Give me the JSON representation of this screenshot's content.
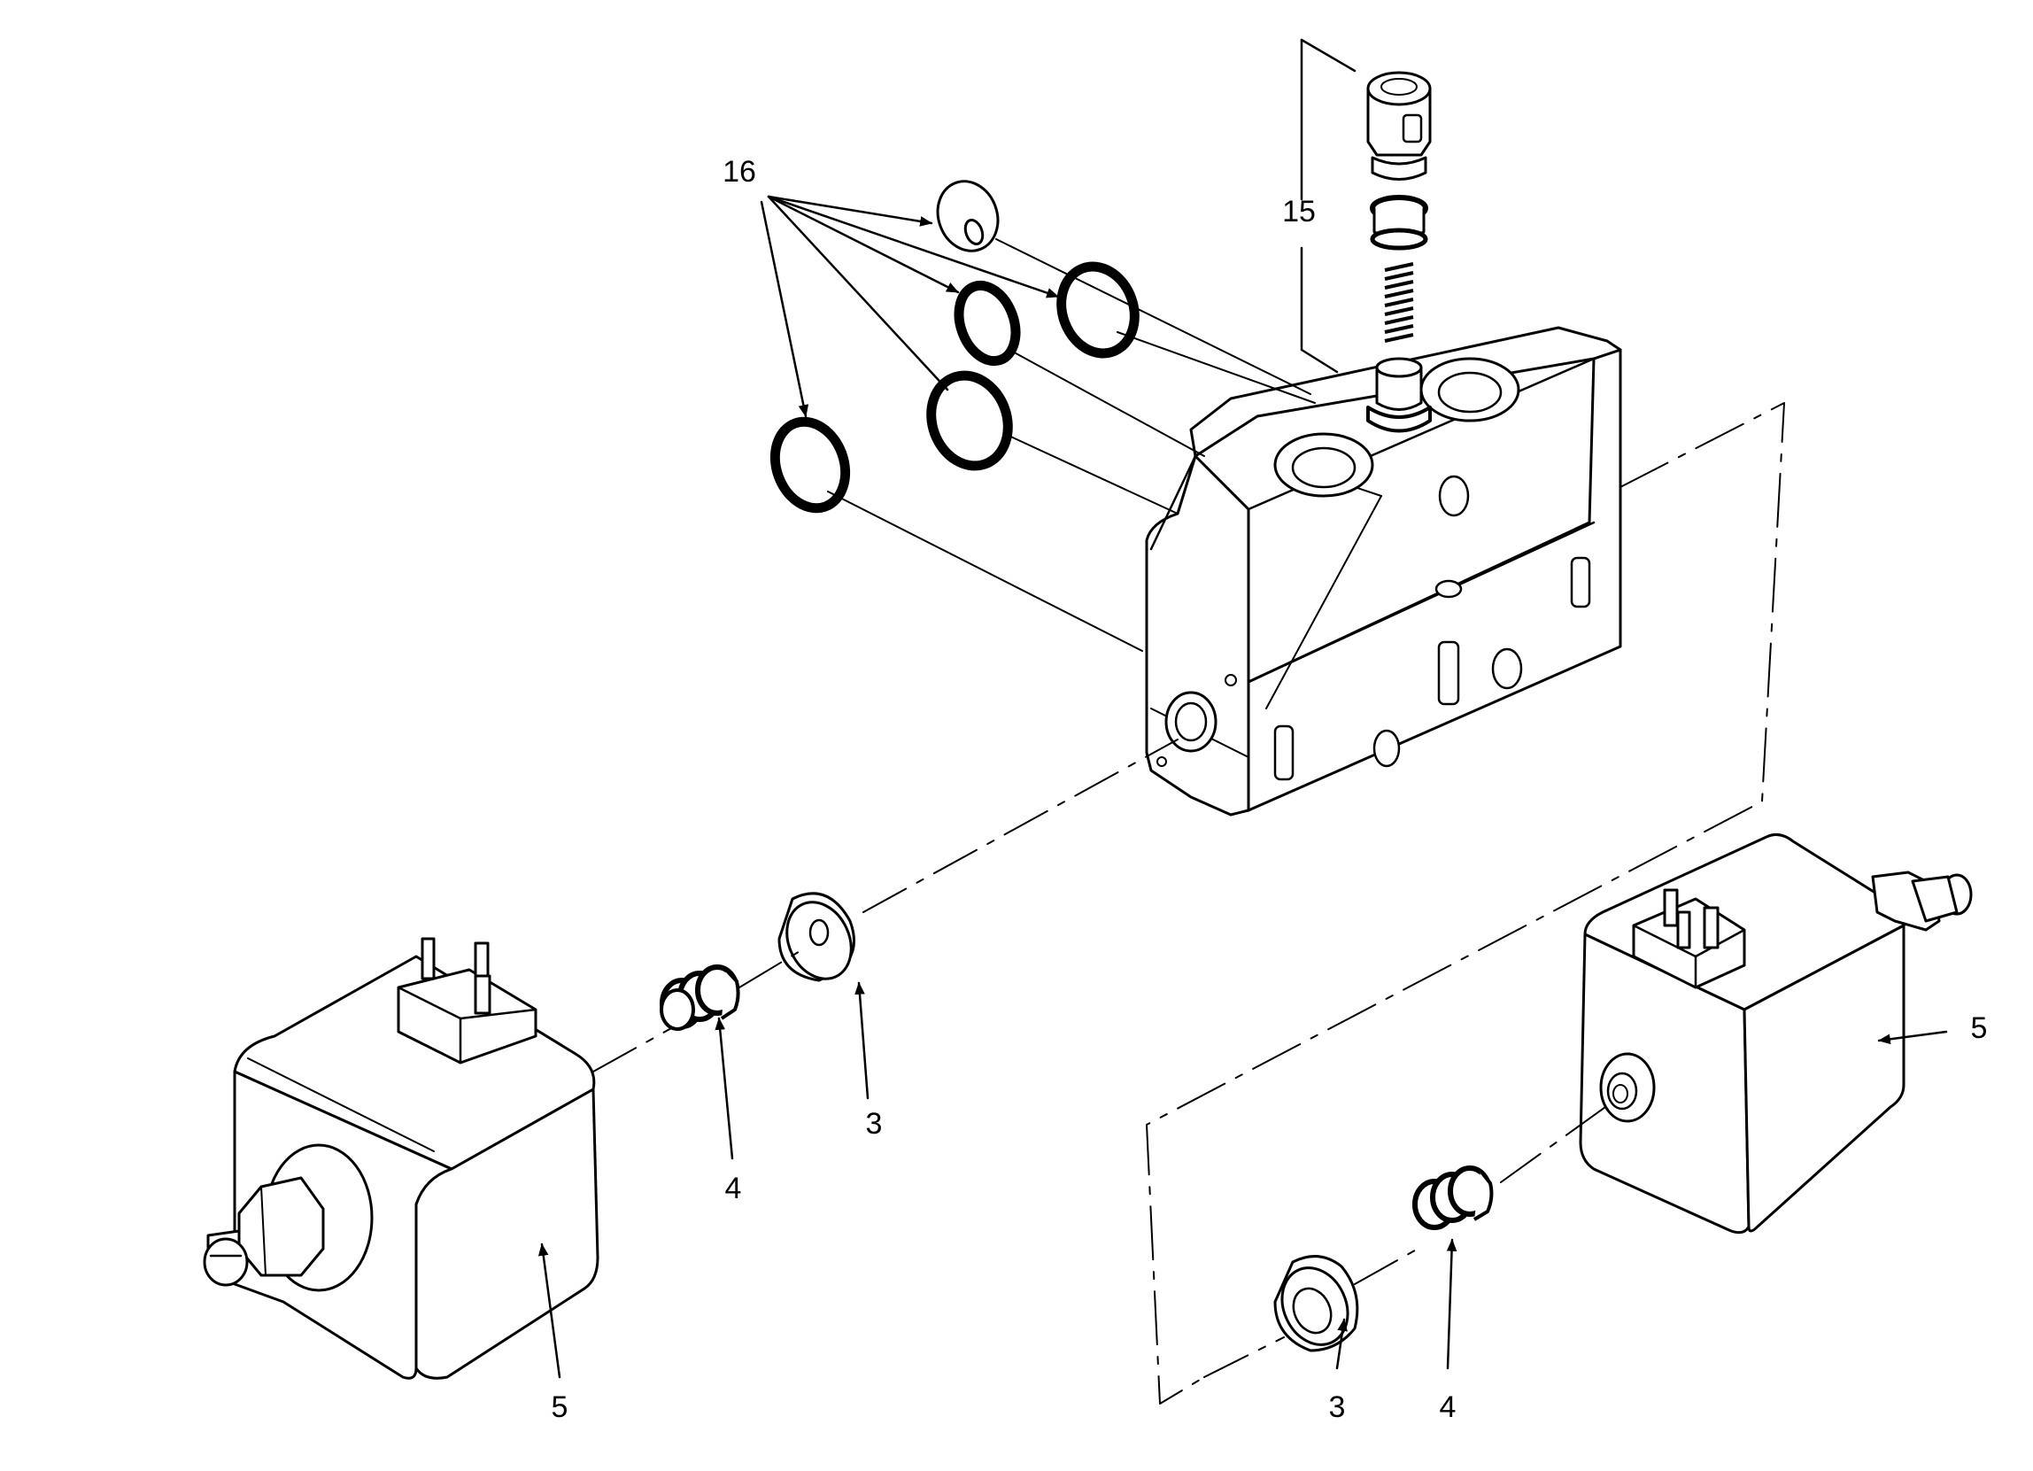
{
  "callouts": {
    "orings": "16",
    "relief_valve": "15",
    "seat_left": "3",
    "spring_left": "4",
    "solenoid_left": "5",
    "solenoid_right": "5",
    "seat_right": "3",
    "spring_right": "4"
  }
}
